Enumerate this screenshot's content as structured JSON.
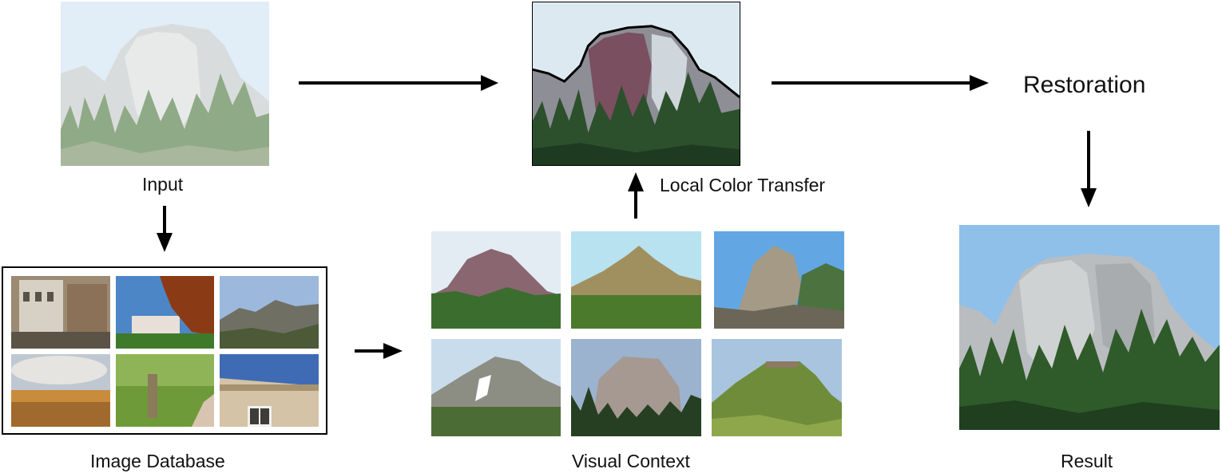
{
  "labels": {
    "input": "Input",
    "image_database": "Image Database",
    "visual_context": "Visual Context",
    "local_color_transfer": "Local Color Transfer",
    "restoration": "Restoration",
    "result": "Result"
  },
  "colors": {
    "sky_pale": "#dbe9f5",
    "sky_blue": "#8fbfe6",
    "rock_gray": "#b9bcbd",
    "forest_green": "#2f5a2a",
    "arrow": "#000000"
  },
  "icons": {
    "flow_arrow": "arrow"
  }
}
